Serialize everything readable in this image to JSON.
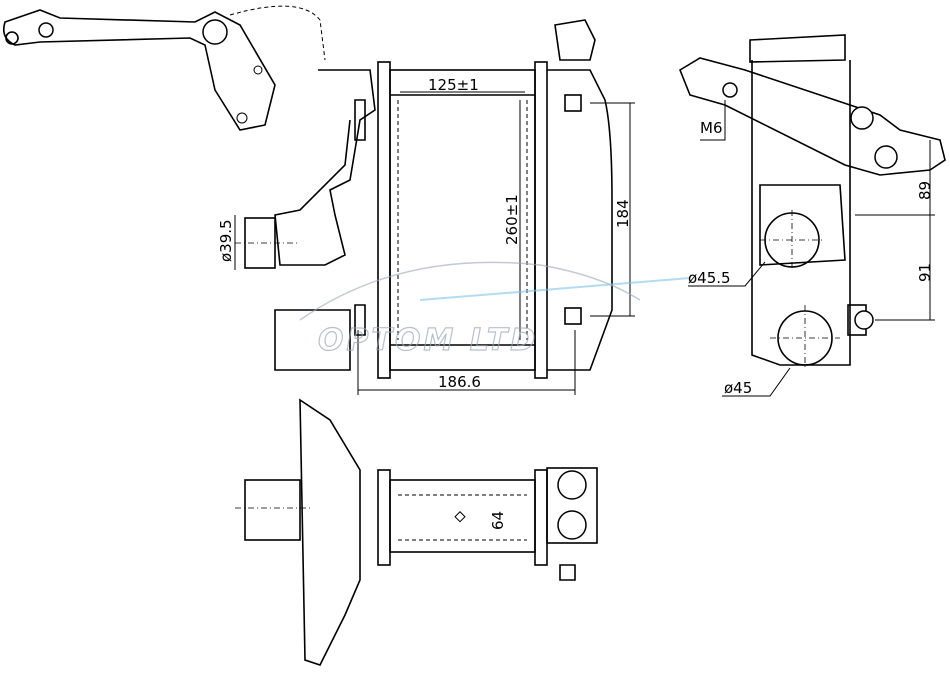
{
  "drawing": {
    "title": "Intercooler technical drawing",
    "watermark": "OPTOM LTD",
    "front_view": {
      "core_width": "125±1",
      "core_height": "260±1",
      "mount_spacing": "184",
      "overall_width": "186.6",
      "inlet_diameter": "ø39.5"
    },
    "side_view": {
      "thread": "M6",
      "dim_upper": "89",
      "dim_lower": "91",
      "upper_port_diameter": "ø45.5",
      "lower_port_diameter": "ø45"
    },
    "bottom_view": {
      "depth": "64"
    }
  }
}
